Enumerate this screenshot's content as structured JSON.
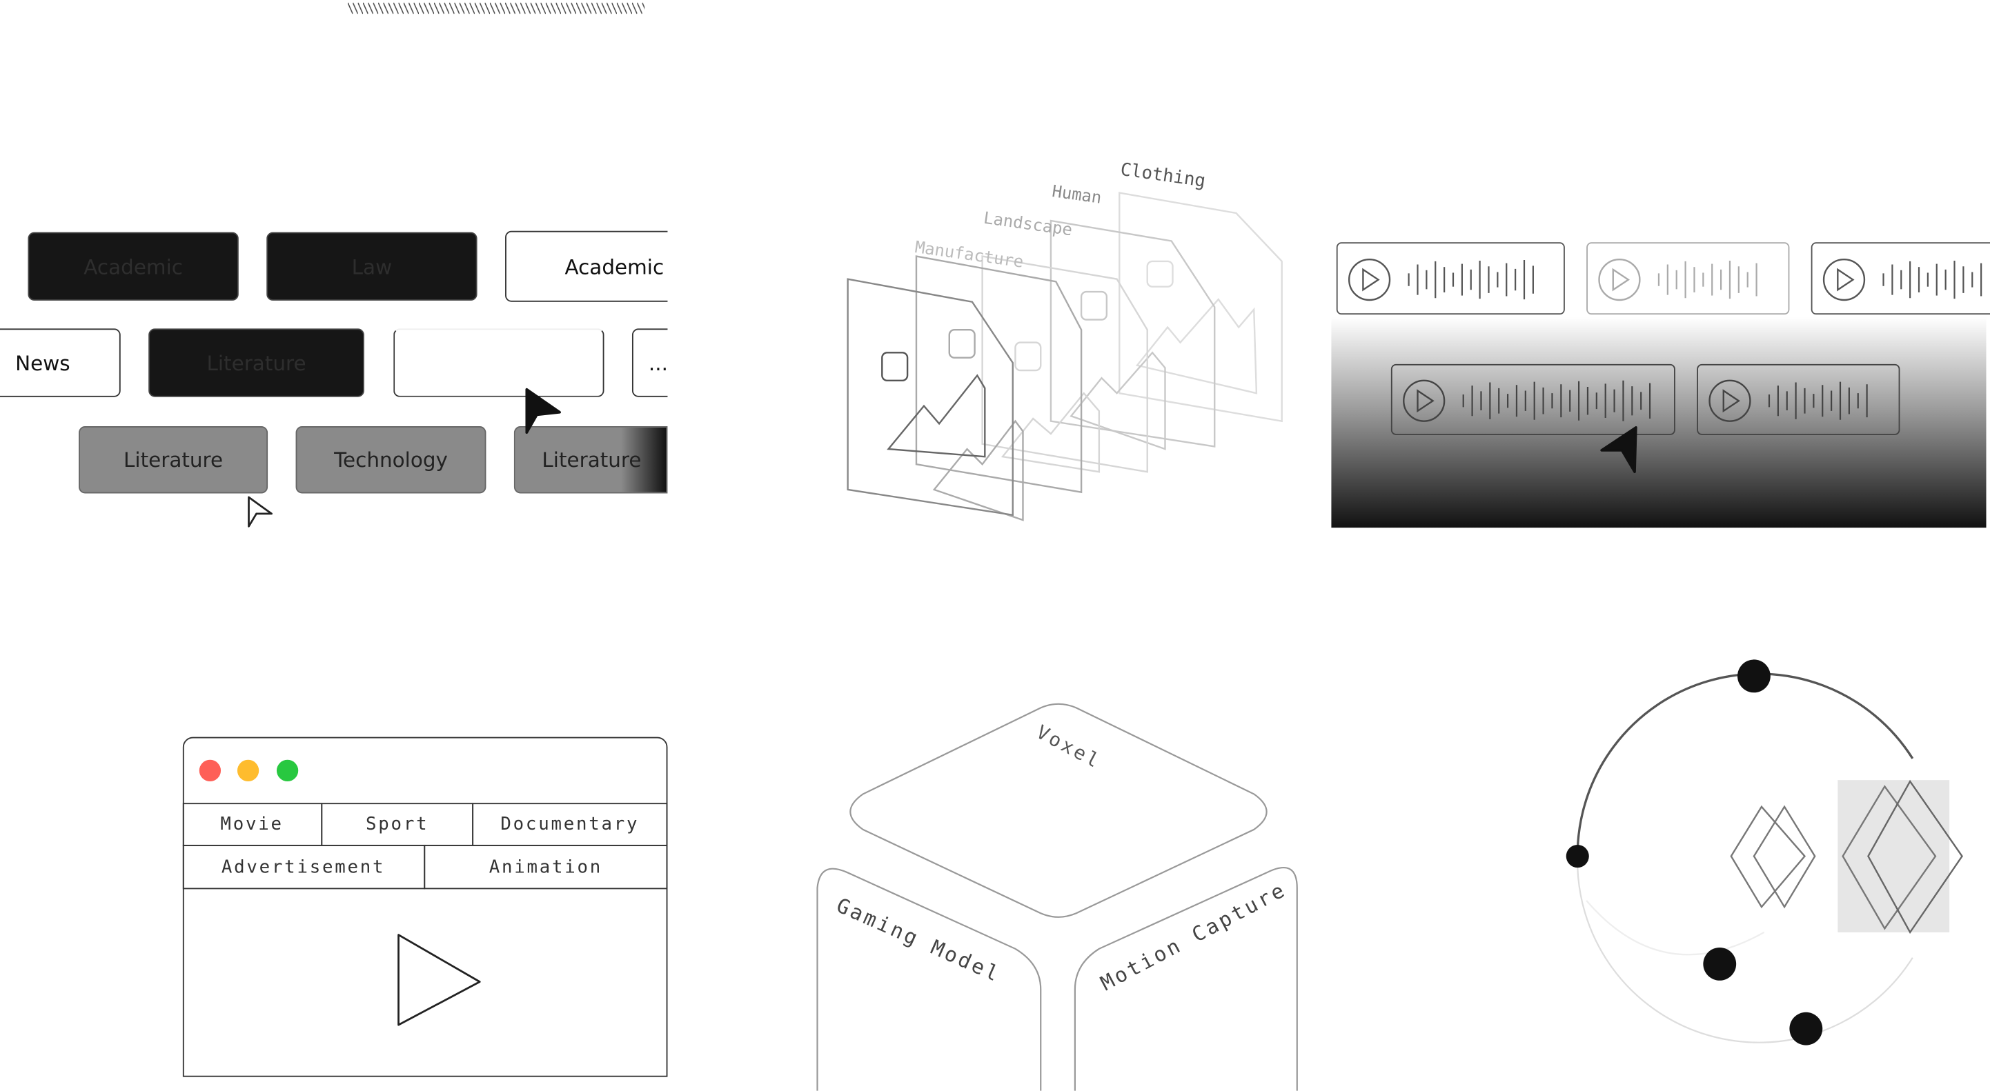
{
  "tags": {
    "row1": [
      "Academic",
      "Law",
      "Academic"
    ],
    "row2": [
      "News",
      "Literature",
      "",
      "..."
    ],
    "row3": [
      "Literature",
      "Technology",
      "Literature"
    ]
  },
  "layers": [
    "Manufacture",
    "Landscape",
    "Human",
    "Clothing"
  ],
  "window": {
    "tabs_row1": [
      "Movie",
      "Sport",
      "Documentary"
    ],
    "tabs_row2": [
      "Advertisement",
      "Animation"
    ],
    "traffic_colors": [
      "#fe5f57",
      "#febc2e",
      "#28c840"
    ]
  },
  "cube": {
    "top": "Voxel",
    "left": "Gaming Model",
    "right": "Motion Capture"
  }
}
